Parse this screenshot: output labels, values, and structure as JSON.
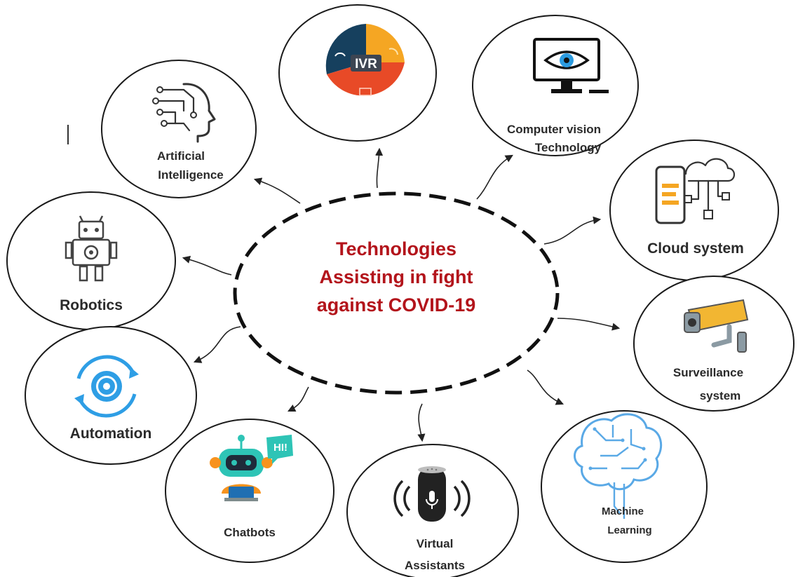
{
  "center": {
    "line1": "Technologies",
    "line2": "Assisting in fight",
    "line3": "against COVID-19"
  },
  "nodes": {
    "ivr": {
      "icon_text": "IVR",
      "icon": "ivr-icon"
    },
    "computer_vision": {
      "label1": "Computer vision",
      "label2": "Technology",
      "icon": "monitor-eye-icon"
    },
    "ai": {
      "label1": "Artificial",
      "label2": "Intelligence",
      "icon": "ai-head-icon"
    },
    "cloud": {
      "label": "Cloud system",
      "icon": "cloud-phone-icon"
    },
    "robotics": {
      "label": "Robotics",
      "icon": "robot-icon"
    },
    "surveillance": {
      "label1": "Surveillance",
      "label2": "system",
      "icon": "cctv-camera-icon"
    },
    "automation": {
      "label": "Automation",
      "icon": "gear-cycle-icon"
    },
    "machine_learning": {
      "label1": "Machine",
      "label2": "Learning",
      "icon": "circuit-brain-icon"
    },
    "chatbots": {
      "label": "Chatbots",
      "icon": "chatbot-icon",
      "bubble_text": "HI!"
    },
    "virtual_assistants": {
      "label1": "Virtual",
      "label2": "Assistants",
      "icon": "smart-speaker-icon"
    }
  },
  "colors": {
    "center_text": "#b3141b",
    "ivr_blue": "#16405e",
    "ivr_orange": "#f5a623",
    "ivr_red": "#e84a27",
    "automation_blue": "#2e9ee5",
    "ml_blue": "#5aa9e6",
    "chatbot_teal": "#2ec4b6",
    "chatbot_orange": "#f7931e",
    "camera_yellow": "#f2b632"
  }
}
